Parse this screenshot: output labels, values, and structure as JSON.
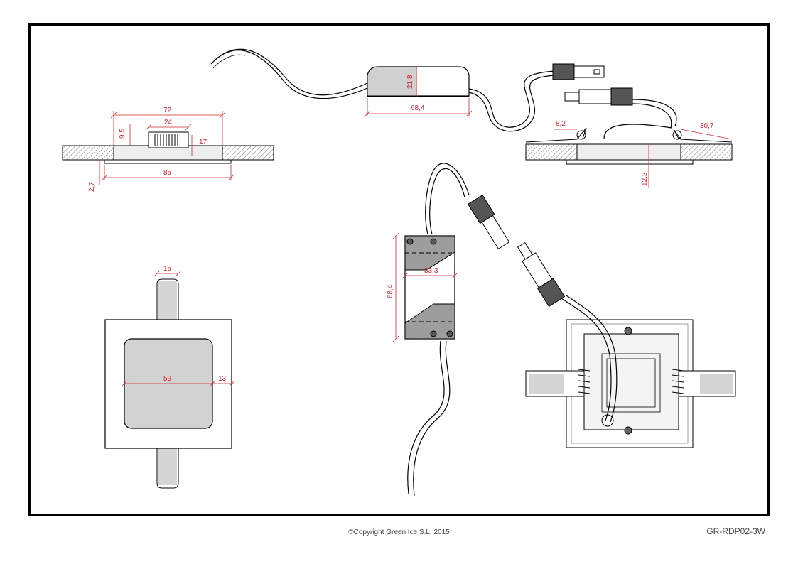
{
  "colors": {
    "dimension": "#d3262e",
    "outline": "#000000",
    "hatch": "#555555",
    "fill_grey": "#c7c7c7",
    "lens_grey": "#d2d2d2"
  },
  "dimensions": {
    "side_width_top": "72",
    "clip_width": "24",
    "frame_height": "9,5",
    "clip_depth": "17",
    "total_width": "85",
    "flange_thickness": "2,7",
    "driver_height": "21,8",
    "driver_length_top": "68,4",
    "spring_offset": "8,2",
    "spring_length": "30,7",
    "total_height": "12,2",
    "clip_width_front": "15",
    "lens_width": "59",
    "frame_border": "13",
    "driver_width": "33,3",
    "driver_length_side": "68,4"
  },
  "footer": {
    "copyright": "©Copyright Green Ice S.L. 2015",
    "model_code": "GR-RDP02-3W"
  }
}
